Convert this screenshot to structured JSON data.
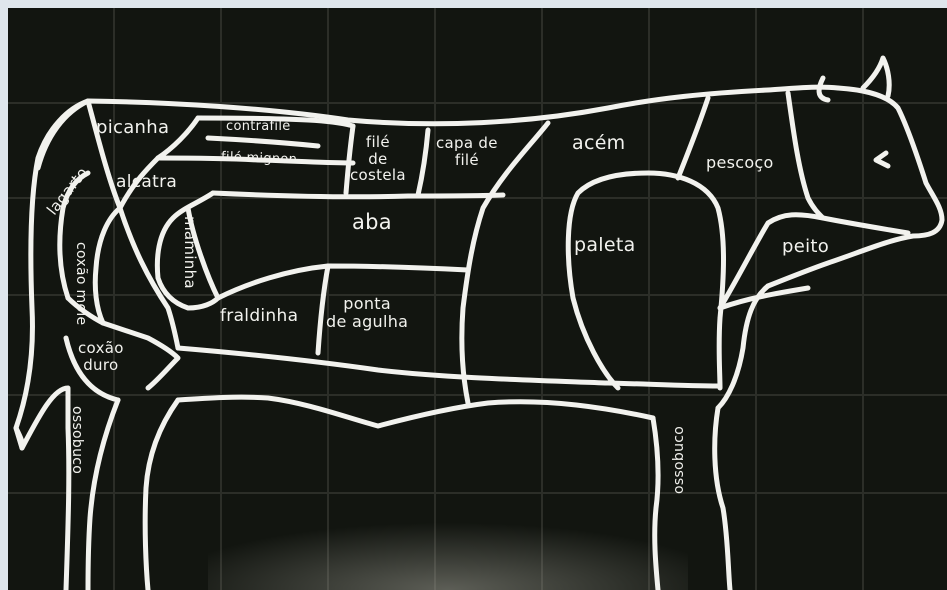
{
  "diagram": {
    "colors": {
      "background": "#121510",
      "chalk": "#f2f2ee",
      "grout": "#2a2c26",
      "frame": "#dfe6ec"
    },
    "labels": {
      "picanha": "picanha",
      "contrafile": "contrafilé",
      "file_mignon": "filé mignon",
      "file_de_costela": "filé\nde\ncostela",
      "capa_de_file": "capa de\nfilé",
      "acem": "acém",
      "pescoco": "pescoço",
      "lagarto": "lagarto",
      "alcatra": "alcatra",
      "aba": "aba",
      "paleta": "paleta",
      "peito": "peito",
      "maminha": "maminha",
      "coxao_mole": "coxão mole",
      "fraldinha": "fraldinha",
      "ponta_de_agulha": "ponta\nde agulha",
      "coxao_duro": "coxão\nduro",
      "ossobuco_rear": "ossobuco",
      "ossobuco_front": "ossobuco"
    }
  }
}
